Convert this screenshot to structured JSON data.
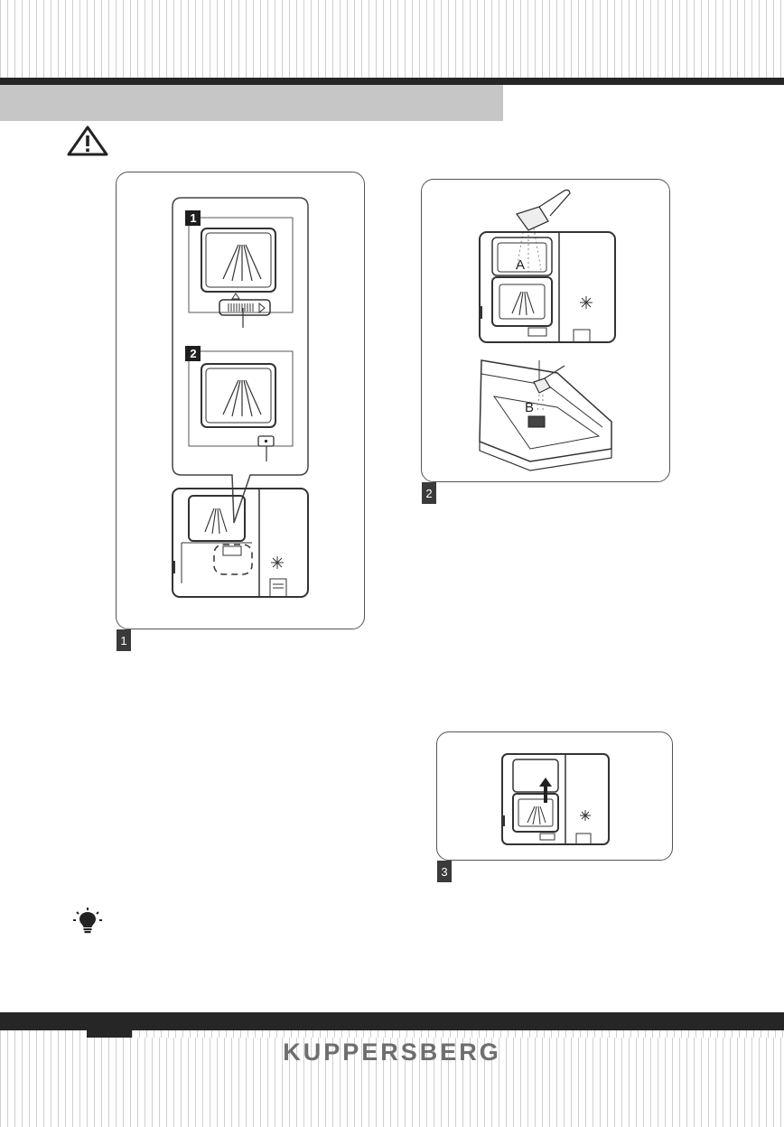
{
  "figures": [
    {
      "tab_label": "1",
      "inset_labels": [
        "1",
        "2"
      ]
    },
    {
      "tab_label": "2",
      "callout_labels": [
        "A",
        "B"
      ]
    },
    {
      "tab_label": "3"
    }
  ],
  "icons": {
    "warning": "warning-triangle-icon",
    "tip": "lightbulb-icon"
  },
  "footer": {
    "brand": "KUPPERSBERG"
  },
  "colors": {
    "dark": "#262626",
    "band": "#c6c6c6",
    "stripe": "#cfcfcf",
    "brand_text": "#6e6e6e"
  }
}
